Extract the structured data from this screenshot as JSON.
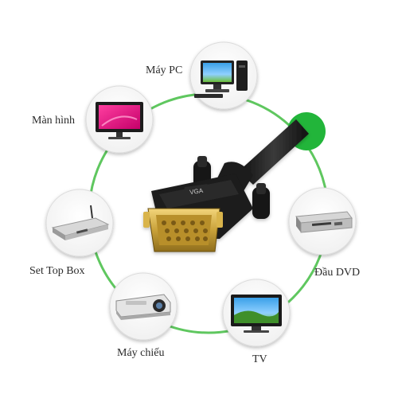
{
  "devices": {
    "pc": {
      "label": "Máy PC",
      "icon": "desktop-pc-icon"
    },
    "screen": {
      "label": "Màn hình",
      "icon": "monitor-icon"
    },
    "set_top_box": {
      "label": "Set Top Box",
      "icon": "set-top-box-icon"
    },
    "projector": {
      "label": "Máy chiếu",
      "icon": "projector-icon"
    },
    "tv": {
      "label": "TV",
      "icon": "tv-icon"
    },
    "dvd": {
      "label": "Đầu DVD",
      "icon": "dvd-player-icon"
    }
  },
  "connector": {
    "label": "VGA",
    "icon": "vga-connector-icon"
  },
  "colors": {
    "ring": "#5fc75f",
    "accent_dot": "#22b53a",
    "cable": "#1c1c1c",
    "gold": "#c9a23a"
  }
}
